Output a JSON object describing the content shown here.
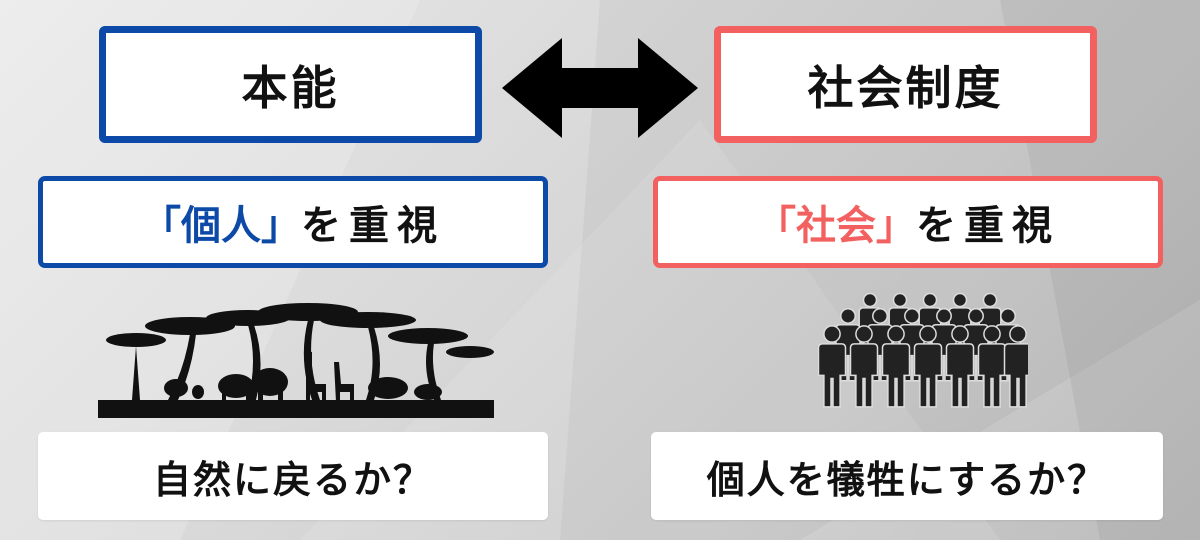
{
  "left": {
    "title": "本能",
    "value_open": "「",
    "value_keyword": "個人",
    "value_close": "」",
    "value_rest": "を重視",
    "question": "自然に戻るか？",
    "image_icon": "savanna-silhouette-icon"
  },
  "right": {
    "title": "社会制度",
    "value_open": "「",
    "value_keyword": "社会",
    "value_close": "」",
    "value_rest": "を重視",
    "question": "個人を犠牲にするか？",
    "image_icon": "crowd-icon"
  },
  "center": {
    "arrow_icon": "double-arrow-icon"
  },
  "colors": {
    "left_accent": "#0d4aa8",
    "right_accent": "#f26060",
    "ink": "#111111",
    "background": "#d6d6d6"
  }
}
